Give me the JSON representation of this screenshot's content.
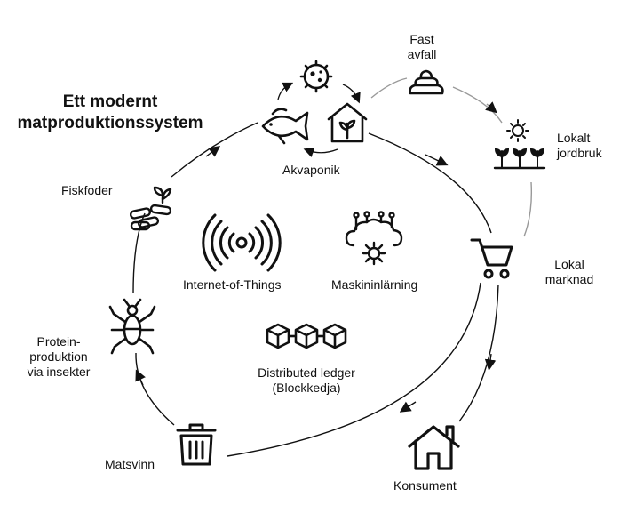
{
  "title": {
    "line1": "Ett modernt",
    "line2": "matproduktionssystem"
  },
  "nodes": {
    "fast_avfall": {
      "line1": "Fast",
      "line2": "avfall"
    },
    "lokalt_jordbruk": {
      "line1": "Lokalt",
      "line2": "jordbruk"
    },
    "lokal_marknad": {
      "line1": "Lokal",
      "line2": "marknad"
    },
    "konsument": {
      "label": "Konsument"
    },
    "matsvinn": {
      "label": "Matsvinn"
    },
    "protein": {
      "line1": "Protein-",
      "line2": "produktion",
      "line3": "via insekter"
    },
    "fiskfoder": {
      "label": "Fiskfoder"
    },
    "akvaponik": {
      "label": "Akvaponik"
    }
  },
  "technologies": {
    "iot": {
      "label": "Internet-of-Things"
    },
    "ml": {
      "label": "Maskininlärning"
    },
    "ledger": {
      "line1": "Distributed ledger",
      "line2": "(Blockkedja)"
    }
  },
  "colors": {
    "line_main": "#111111",
    "line_secondary": "#999999",
    "icon": "#111111"
  }
}
